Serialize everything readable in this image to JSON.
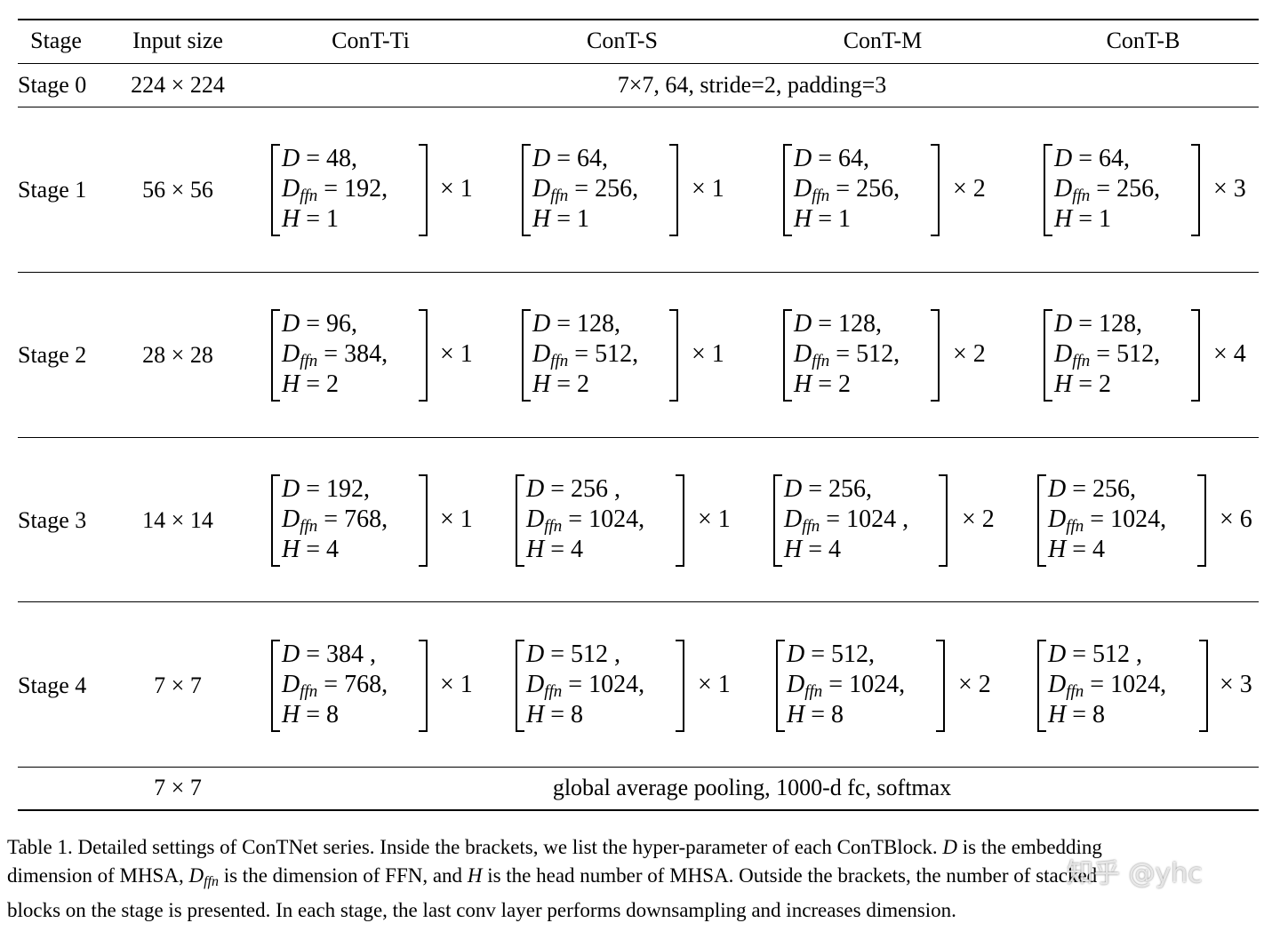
{
  "table": {
    "headers": [
      "Stage",
      "Input size",
      "ConT-Ti",
      "ConT-S",
      "ConT-M",
      "ConT-B"
    ],
    "stage0": {
      "label": "Stage 0",
      "input": "224 × 224",
      "spec": "7×7, 64, stride=2, padding=3"
    },
    "stages": [
      {
        "label": "Stage 1",
        "input": "56 × 56",
        "cells": [
          {
            "d": "= 48,",
            "dffn": "= 192,",
            "h": "= 1",
            "rep": "× 1"
          },
          {
            "d": "= 64,",
            "dffn": "= 256,",
            "h": "= 1",
            "rep": "× 1"
          },
          {
            "d": "= 64,",
            "dffn": "= 256,",
            "h": "= 1",
            "rep": "× 2"
          },
          {
            "d": "= 64,",
            "dffn": "= 256,",
            "h": "= 1",
            "rep": "× 3"
          }
        ]
      },
      {
        "label": "Stage 2",
        "input": "28 × 28",
        "cells": [
          {
            "d": "= 96,",
            "dffn": "= 384,",
            "h": "= 2",
            "rep": "× 1"
          },
          {
            "d": "= 128,",
            "dffn": "= 512,",
            "h": "= 2",
            "rep": "× 1"
          },
          {
            "d": "= 128,",
            "dffn": "= 512,",
            "h": "= 2",
            "rep": "× 2"
          },
          {
            "d": "= 128,",
            "dffn": "= 512,",
            "h": "= 2",
            "rep": "× 4"
          }
        ]
      },
      {
        "label": "Stage 3",
        "input": "14 × 14",
        "cells": [
          {
            "d": "= 192,",
            "dffn": "= 768,",
            "h": "= 4",
            "rep": "× 1"
          },
          {
            "d": "= 256 ,",
            "dffn": "= 1024,",
            "h": "= 4",
            "rep": "× 1"
          },
          {
            "d": "= 256,",
            "dffn": "= 1024 ,",
            "h": "= 4",
            "rep": "× 2"
          },
          {
            "d": "= 256,",
            "dffn": "= 1024,",
            "h": "= 4",
            "rep": "× 6"
          }
        ]
      },
      {
        "label": "Stage 4",
        "input": "7 × 7",
        "cells": [
          {
            "d": "= 384 ,",
            "dffn": "= 768,",
            "h": "= 8",
            "rep": "× 1"
          },
          {
            "d": "= 512 ,",
            "dffn": "= 1024,",
            "h": "= 8",
            "rep": "× 1"
          },
          {
            "d": "= 512,",
            "dffn": "= 1024,",
            "h": "= 8",
            "rep": "× 2"
          },
          {
            "d": "= 512 ,",
            "dffn": "= 1024,",
            "h": "= 8",
            "rep": "× 3"
          }
        ]
      }
    ],
    "final": {
      "input": "7 × 7",
      "spec": "global average pooling, 1000-d fc, softmax"
    },
    "symbols": {
      "d": "D",
      "dffn_base": "D",
      "dffn_sub": "ffn",
      "h": "H"
    }
  },
  "caption": {
    "line1": "Table 1. Detailed settings of ConTNet series.  Inside the brackets, we list the hyper-parameter of each ConTBlock.",
    "line1_var": "D",
    "line1_tail": "is the embedding",
    "line2_a": "dimension of MHSA,",
    "line2_var1": "D",
    "line2_sub": "ffn",
    "line2_b": "is the dimension of FFN, and",
    "line2_var2": "H",
    "line2_c": "is the head number of MHSA. Outside the brackets, the number of stacked",
    "line3": "blocks on the stage is presented. In each stage, the last conv layer performs downsampling and increases dimension."
  },
  "watermark": {
    "text": "知乎 @yhc"
  }
}
